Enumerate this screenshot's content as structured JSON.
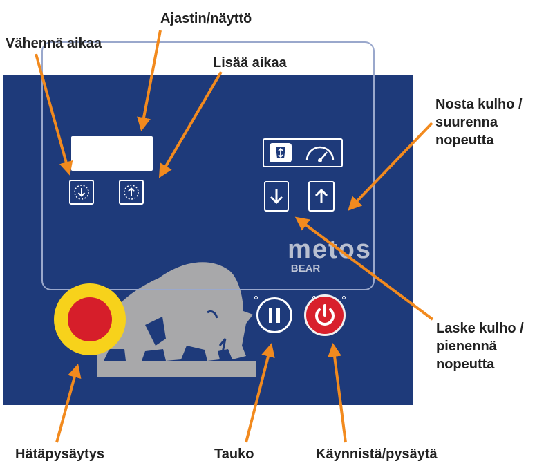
{
  "callouts": {
    "timer_display": "Ajastin/näyttö",
    "decrease_time": "Vähennä aikaa",
    "increase_time": "Lisää aikaa",
    "raise_bowl": "Nosta kulho /\nsuurenna\nnopeutta",
    "lower_bowl": "Laske kulho /\npienennä\nnopeutta",
    "emergency_stop": "Hätäpysäytys",
    "pause": "Tauko",
    "start_stop": "Käynnistä/pysäytä"
  },
  "panel": {
    "brand": "metos",
    "model": "BEAR"
  },
  "colors": {
    "panel": "#1e3a7a",
    "arrow": "#f28a1e",
    "estop_ring": "#f7d21b",
    "estop_button": "#d61e2a",
    "power_button": "#d8202c",
    "bear": "#a8a8aa"
  },
  "icons": {
    "decrease_time": "clock-down-icon",
    "increase_time": "clock-up-icon",
    "bowl_mode": "bowl-lift-icon",
    "speed_mode": "speedometer-icon",
    "down": "arrow-down-icon",
    "up": "arrow-up-icon",
    "pause": "pause-icon",
    "power": "power-icon"
  }
}
